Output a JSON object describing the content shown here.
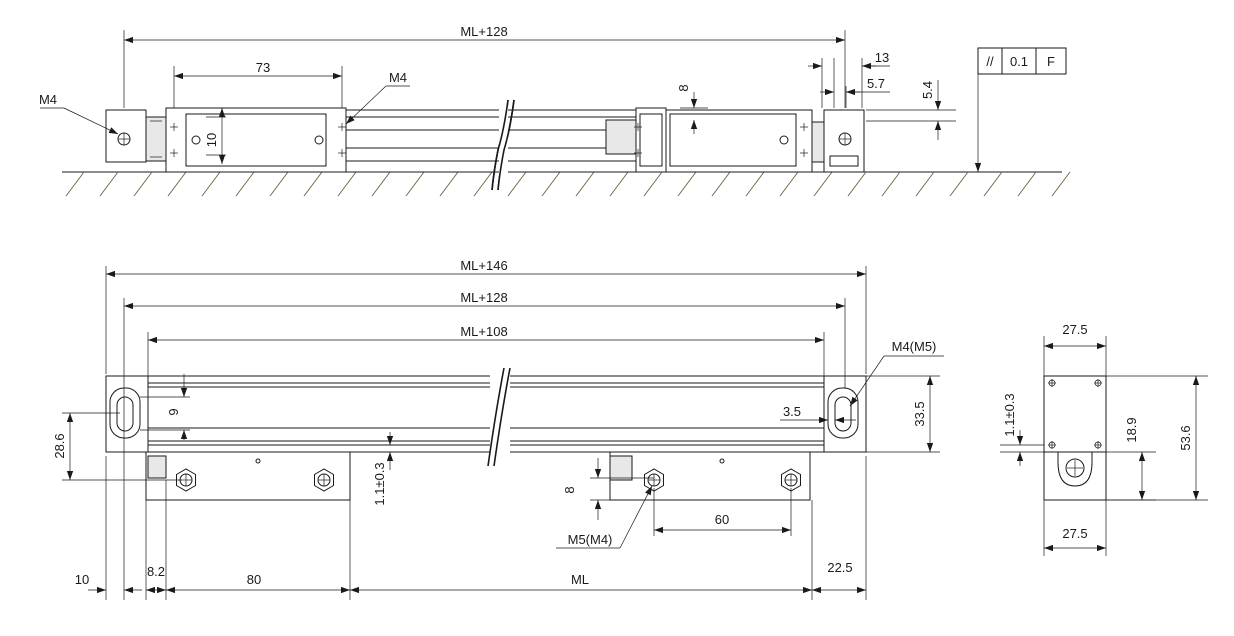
{
  "dimensions": {
    "ml_plus_128_top": "ML+128",
    "d73": "73",
    "m4_left": "M4",
    "m4_mid": "M4",
    "d10": "10",
    "d8_top": "8",
    "d13": "13",
    "d5_7": "5.7",
    "d5_4": "5.4",
    "tol_symbol": "//",
    "tol_value": "0.1",
    "tol_datum": "F",
    "ml_plus_146": "ML+146",
    "ml_plus_128": "ML+128",
    "ml_plus_108": "ML+108",
    "m4_m5": "M4(M5)",
    "d9": "9",
    "d3_5": "3.5",
    "d33_5": "33.5",
    "d28_6": "28.6",
    "d1_1_a": "1.1±0.3",
    "d8_bottom": "8",
    "d60": "60",
    "m5_m4": "M5(M4)",
    "d10_bottom": "10",
    "d8_2": "8.2",
    "d80": "80",
    "ml": "ML",
    "d22_5": "22.5",
    "d27_5_top": "27.5",
    "d1_1_b": "1.1±0.3",
    "d18_9": "18.9",
    "d53_6": "53.6",
    "d27_5_bottom": "27.5"
  }
}
